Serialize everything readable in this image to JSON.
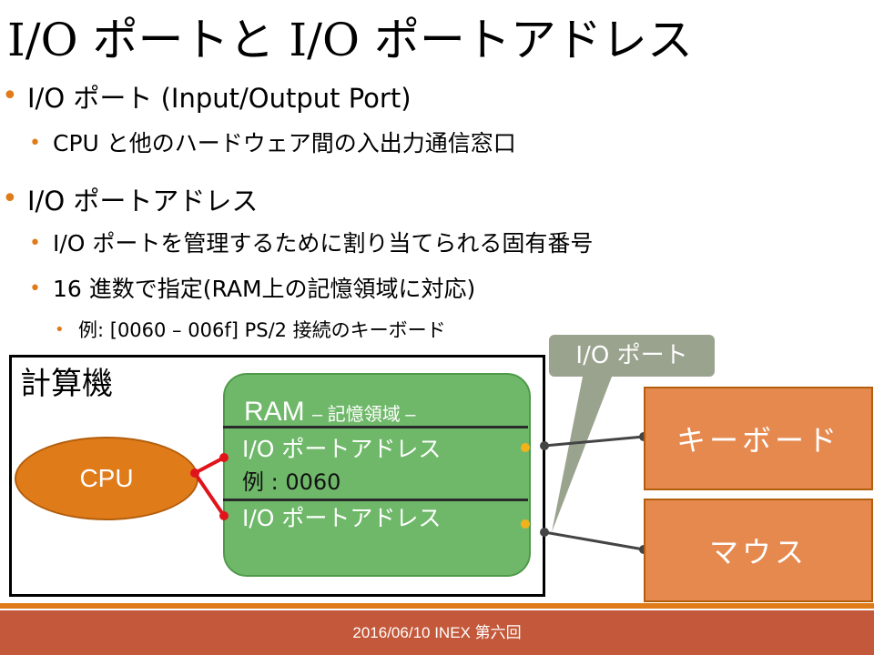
{
  "slide": {
    "title": "I/O ポートと I/O ポートアドレス",
    "bullets": [
      {
        "text": "I/O ポート (Input/Output Port)"
      },
      {
        "text": "CPU と他のハードウェア間の入出力通信窓口"
      },
      {
        "text": "I/O ポートアドレス"
      },
      {
        "text": "I/O ポートを管理するために割り当てられる固有番号"
      },
      {
        "text": "16 進数で指定(RAM上の記憶領域に対応)"
      },
      {
        "text": "例: [0060 – 006f] PS/2 接続のキーボード"
      }
    ]
  },
  "diagram": {
    "computer_label": "計算機",
    "cpu_label": "CPU",
    "ram_title": "RAM",
    "ram_subtitle": "– 記憶領域 –",
    "ram_cell1": "I/O ポートアドレス",
    "ram_cell1_example": "例 : 0060",
    "ram_cell2": "I/O ポートアドレス",
    "io_port_label": "I/O ポート",
    "keyboard_label": "キーボード",
    "mouse_label": "マウス"
  },
  "footer": {
    "text": "2016/06/10 INEX 第六回"
  },
  "colors": {
    "accent_orange": "#e07b1a",
    "ram_green": "#6fb86a",
    "device_orange": "#e6894f",
    "callout_gray": "#9aa38e",
    "footer_red": "#c4583a",
    "wire_red": "#e0141b"
  }
}
